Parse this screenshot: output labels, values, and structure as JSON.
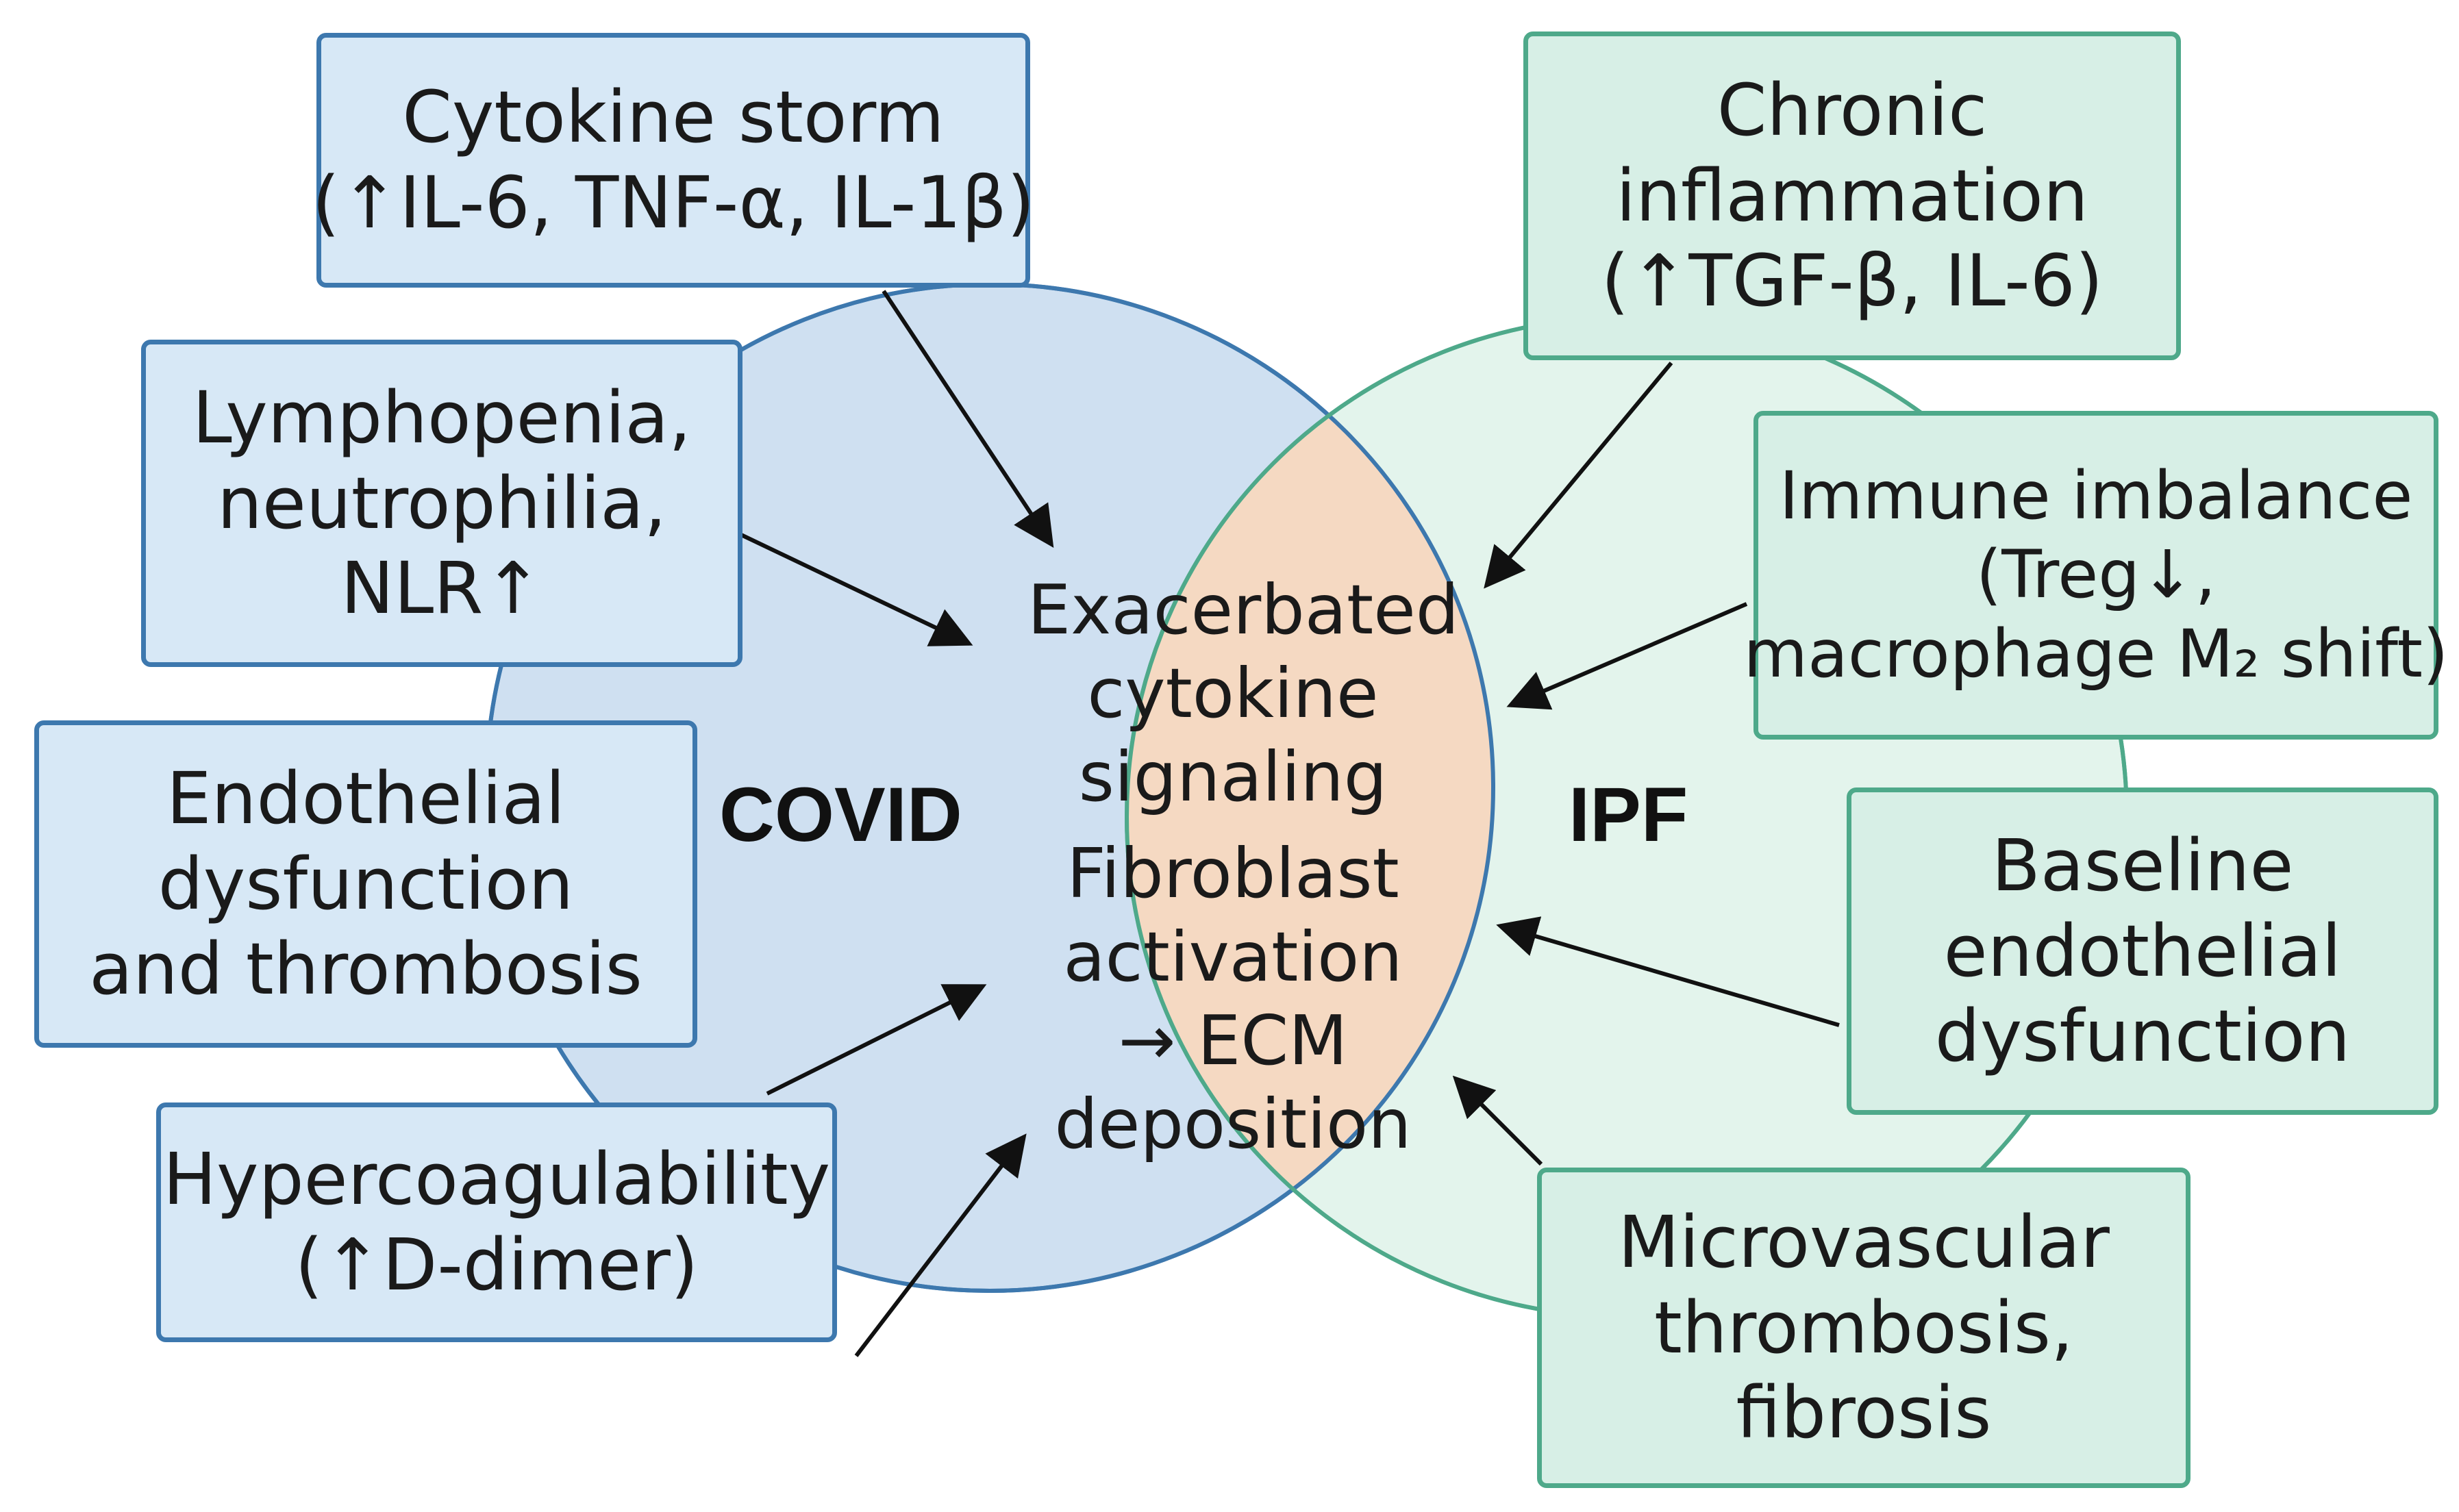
{
  "circles": {
    "covid": {
      "label": "COVID",
      "fill": "#cfe0f1",
      "stroke": "#3d78ae"
    },
    "ipf": {
      "label": "IPF",
      "fill": "#e3f4ec",
      "stroke": "#4ea98a"
    },
    "overlap": {
      "fill": "#f5d9c2"
    }
  },
  "overlap": {
    "lines_top": [
      "Exacerbated",
      "cytokine",
      "signaling"
    ],
    "lines_bottom": [
      "Fibroblast",
      "activation",
      "→ ECM",
      "deposition"
    ]
  },
  "covid_boxes": [
    {
      "id": "cytokine-storm",
      "lines": [
        "Cytokine storm",
        "(↑IL-6, TNF-α, IL-1β)"
      ]
    },
    {
      "id": "lymphopenia",
      "lines": [
        "Lymphopenia,",
        "neutrophilia,",
        "NLR↑"
      ]
    },
    {
      "id": "endothelial-dysfunction-thrombosis",
      "lines": [
        "Endothelial",
        "dysfunction",
        "and thrombosis"
      ]
    },
    {
      "id": "hypercoagulability",
      "lines": [
        "Hypercoagulability",
        "(↑D-dimer)"
      ]
    }
  ],
  "ipf_boxes": [
    {
      "id": "chronic-inflammation",
      "lines": [
        "Chronic",
        "inflammation",
        "(↑TGF-β, IL-6)"
      ]
    },
    {
      "id": "immune-imbalance",
      "lines": [
        "Immune imbalance",
        "(Treg↓,",
        "macrophage M₂ shift)"
      ]
    },
    {
      "id": "baseline-endothelial-dysfunction",
      "lines": [
        "Baseline",
        "endothelial",
        "dysfunction"
      ]
    },
    {
      "id": "microvascular-thrombosis",
      "lines": [
        "Microvascular",
        "thrombosis,",
        "fibrosis"
      ]
    }
  ],
  "colors": {
    "covid_box_fill": "#d7e8f6",
    "covid_box_border": "#3d78ae",
    "ipf_box_fill": "#d7efe6",
    "ipf_box_border": "#4ea98a",
    "arrow": "#111111"
  }
}
